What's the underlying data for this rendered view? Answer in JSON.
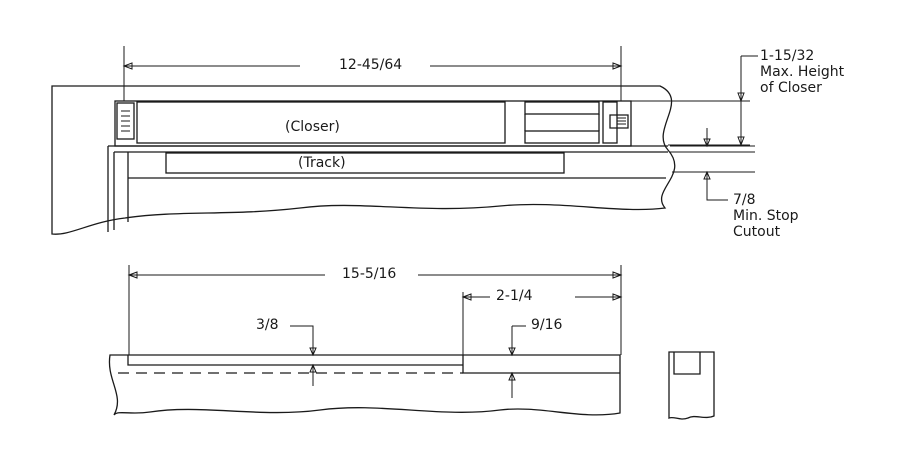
{
  "top_view": {
    "dim_closer_length": "12-45/64",
    "closer_label": "(Closer)",
    "track_label": "(Track)",
    "max_height_lines": [
      "1-15/32",
      "Max. Height",
      "of Closer"
    ],
    "min_stop_lines": [
      "7/8",
      "Min. Stop",
      "Cutout"
    ]
  },
  "bottom_view": {
    "dim_total_length": "15-5/16",
    "dim_end_length": "2-1/4",
    "dim_left_depth": "3/8",
    "dim_right_depth": "9/16"
  },
  "colors": {
    "line": "#1a1a1a",
    "background": "#ffffff"
  }
}
